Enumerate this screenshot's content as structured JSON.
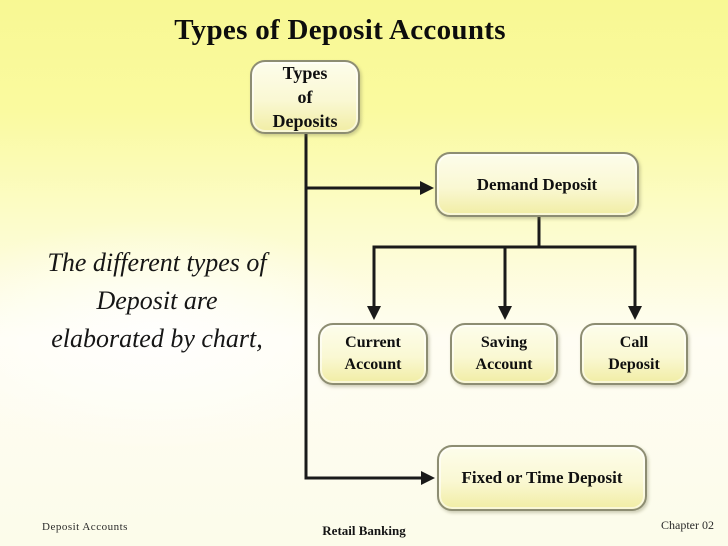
{
  "slide_title": "Types of Deposit Accounts",
  "side_note": {
    "lines": [
      "The different types of",
      "Deposit are",
      "elaborated by chart,"
    ]
  },
  "diagram": {
    "type": "flowchart",
    "nodes": {
      "types_of_deposits": {
        "lines": [
          "Types",
          "of",
          "Deposits"
        ]
      },
      "demand_deposit": {
        "label": "Demand Deposit"
      },
      "current_account": {
        "lines": [
          "Current",
          "Account"
        ]
      },
      "saving_account": {
        "lines": [
          "Saving",
          "Account"
        ]
      },
      "call_deposit": {
        "lines": [
          "Call",
          "Deposit"
        ]
      },
      "fixed_or_time_deposit": {
        "label": "Fixed or Time Deposit"
      }
    },
    "edges": [
      {
        "from": "types_of_deposits",
        "to": "demand_deposit"
      },
      {
        "from": "demand_deposit",
        "to": "current_account"
      },
      {
        "from": "demand_deposit",
        "to": "saving_account"
      },
      {
        "from": "demand_deposit",
        "to": "call_deposit"
      },
      {
        "from": "types_of_deposits",
        "to": "fixed_or_time_deposit"
      }
    ]
  },
  "footer": {
    "left": "Deposit Accounts",
    "center": "Retail Banking",
    "right": "Chapter 02"
  },
  "colors": {
    "background_top": "#f8f893",
    "background_bottom": "#fcfcea",
    "node_fill_top": "#fdfdeb",
    "node_fill_bottom": "#f1eda4",
    "node_border": "#8d8d72",
    "connector": "#1a1a1a",
    "text": "#0d0d0d"
  }
}
